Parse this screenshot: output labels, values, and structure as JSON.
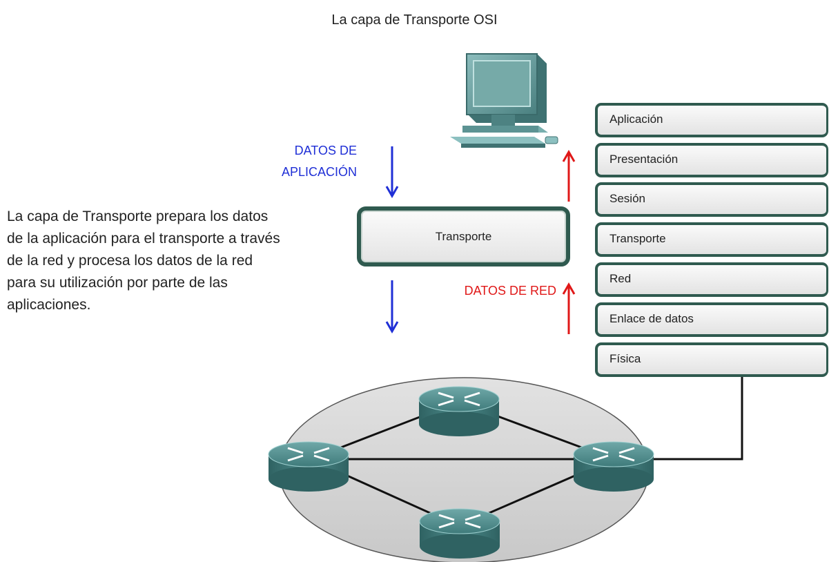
{
  "title": "La capa de Transporte OSI",
  "description": "La capa de Transporte prepara los datos de la aplicación para el transporte a través de la red y procesa los datos de la red para su utilización por parte de las aplicaciones.",
  "description_lines": [
    "La capa de Transporte prepara los datos",
    "de la aplicación para el transporte a través",
    "de la red y procesa los datos de la red",
    "para su utilización por parte de las",
    "aplicaciones."
  ],
  "app_data_label_lines": [
    "DATOS DE",
    "APLICACIÓN"
  ],
  "network_data_label": "DATOS DE RED",
  "transport_box_label": "Transporte",
  "osi_layers": [
    "Aplicación",
    "Presentación",
    "Sesión",
    "Transporte",
    "Red",
    "Enlace de datos",
    "Física"
  ],
  "colors": {
    "app_data": "#1f2fd6",
    "network_data": "#e01818",
    "layer_border": "#2f5a4f",
    "router": "#4f8f8f",
    "computer": "#5f9797",
    "network_cloud": "#d6d6d6"
  },
  "icons": [
    "computer-icon",
    "router-icon"
  ]
}
